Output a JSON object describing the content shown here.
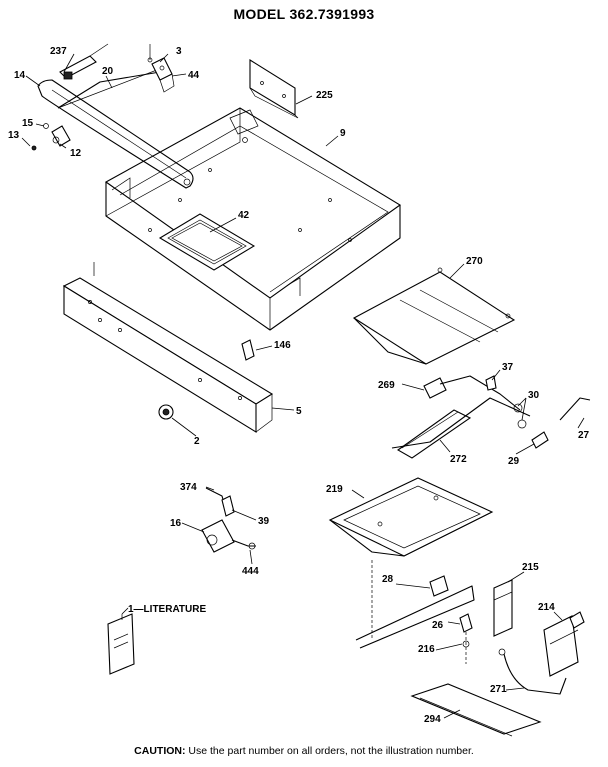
{
  "title": "MODEL 362.7391993",
  "caution": {
    "label": "CAUTION:",
    "text": "Use the part number on all orders, not the illustration number."
  },
  "callouts": {
    "c237": "237",
    "c3": "3",
    "c20": "20",
    "c44": "44",
    "c14": "14",
    "c225": "225",
    "c15": "15",
    "c13": "13",
    "c12": "12",
    "c9": "9",
    "c42": "42",
    "c270": "270",
    "c146": "146",
    "c5": "5",
    "c2": "2",
    "c37": "37",
    "c269": "269",
    "c30": "30",
    "c272": "272",
    "c27": "27",
    "c29": "29",
    "c374": "374",
    "c219": "219",
    "c16": "16",
    "c39": "39",
    "c444": "444",
    "c28": "28",
    "c215": "215",
    "c214": "214",
    "c26": "26",
    "c216": "216",
    "c271": "271",
    "c294": "294",
    "literature": "1—LITERATURE"
  }
}
